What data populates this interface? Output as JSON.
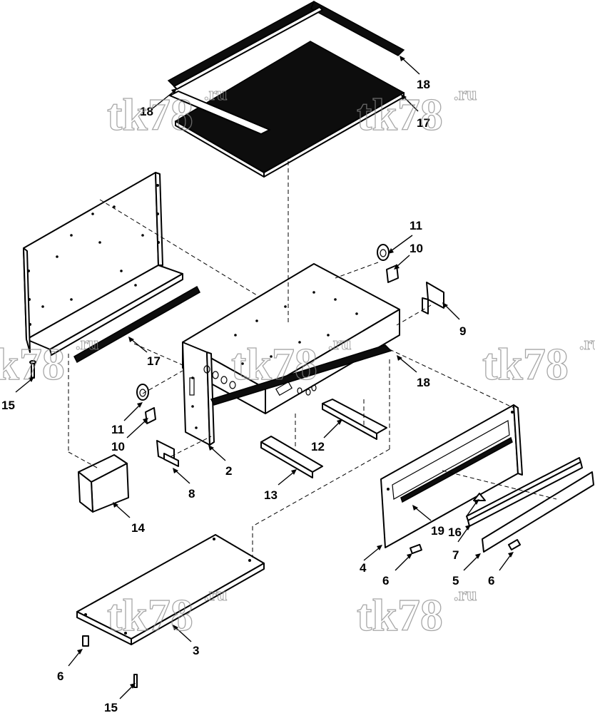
{
  "watermark": {
    "main": "tk78",
    "suffix": ".ru"
  },
  "callouts": [
    {
      "id": "c18a",
      "label": "18"
    },
    {
      "id": "c18b",
      "label": "18"
    },
    {
      "id": "c17a",
      "label": "17"
    },
    {
      "id": "c11a",
      "label": "11"
    },
    {
      "id": "c10a",
      "label": "10"
    },
    {
      "id": "c9",
      "label": "9"
    },
    {
      "id": "c17b",
      "label": "17"
    },
    {
      "id": "c15a",
      "label": "15"
    },
    {
      "id": "c18c",
      "label": "18"
    },
    {
      "id": "c11b",
      "label": "11"
    },
    {
      "id": "c10b",
      "label": "10"
    },
    {
      "id": "c2",
      "label": "2"
    },
    {
      "id": "c12",
      "label": "12"
    },
    {
      "id": "c8",
      "label": "8"
    },
    {
      "id": "c13",
      "label": "13"
    },
    {
      "id": "c14",
      "label": "14"
    },
    {
      "id": "c19",
      "label": "19"
    },
    {
      "id": "c16",
      "label": "16"
    },
    {
      "id": "c7",
      "label": "7"
    },
    {
      "id": "c4",
      "label": "4"
    },
    {
      "id": "c6a",
      "label": "6"
    },
    {
      "id": "c5",
      "label": "5"
    },
    {
      "id": "c6b",
      "label": "6"
    },
    {
      "id": "c3",
      "label": "3"
    },
    {
      "id": "c6c",
      "label": "6"
    },
    {
      "id": "c15b",
      "label": "15"
    }
  ]
}
